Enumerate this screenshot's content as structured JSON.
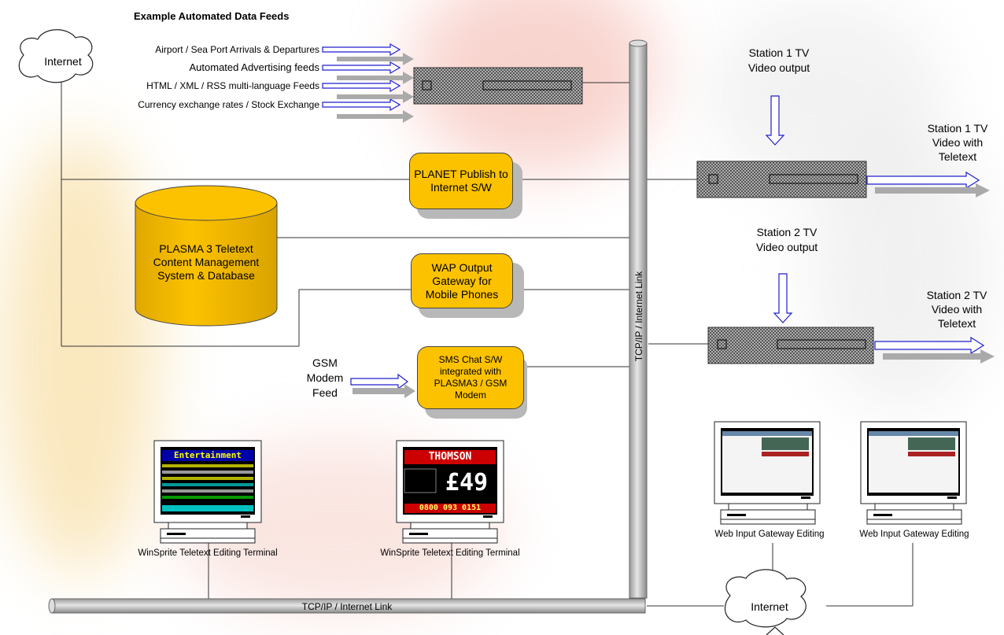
{
  "title": "Example Automated Data Feeds",
  "feeds": [
    "Airport / Sea Port Arrivals & Departures",
    "Automated Advertising feeds",
    "HTML / XML / RSS multi-language Feeds",
    "Currency exchange rates / Stock Exchange"
  ],
  "internet_top": "Internet",
  "internet_bottom": "Internet",
  "planet_box": "PLANET Publish to Internet S/W",
  "plasma_db": "PLASMA 3 Teletext Content Management System & Database",
  "wap_box": "WAP Output Gateway for Mobile Phones",
  "sms_box": "SMS Chat S/W integrated with PLASMA3 / GSM Modem",
  "gsm_feed": "GSM Modem Feed",
  "station1_input": "Station 1 TV Video output",
  "station1_output": "Station 1 TV Video with Teletext",
  "station2_input": "Station 2 TV Video output",
  "station2_output": "Station 2 TV Video with Teletext",
  "vertical_link": "TCP/IP / Internet Link",
  "horizontal_link": "TCP/IP / Internet Link",
  "terminal1": "WinSprite Teletext Editing Terminal",
  "terminal2": "WinSprite Teletext Editing Terminal",
  "web1": "Web Input Gateway Editing",
  "web2": "Web Input Gateway Editing",
  "screen1_title": "Entertainment",
  "screen2_title": "THOMSON",
  "screen2_price": "£49",
  "screen2_phone": "0800 093 0151",
  "colors": {
    "box_fill": "#fcc200",
    "arrow_blue": "#1f1fcf",
    "pipe": "#c8c8c8"
  }
}
